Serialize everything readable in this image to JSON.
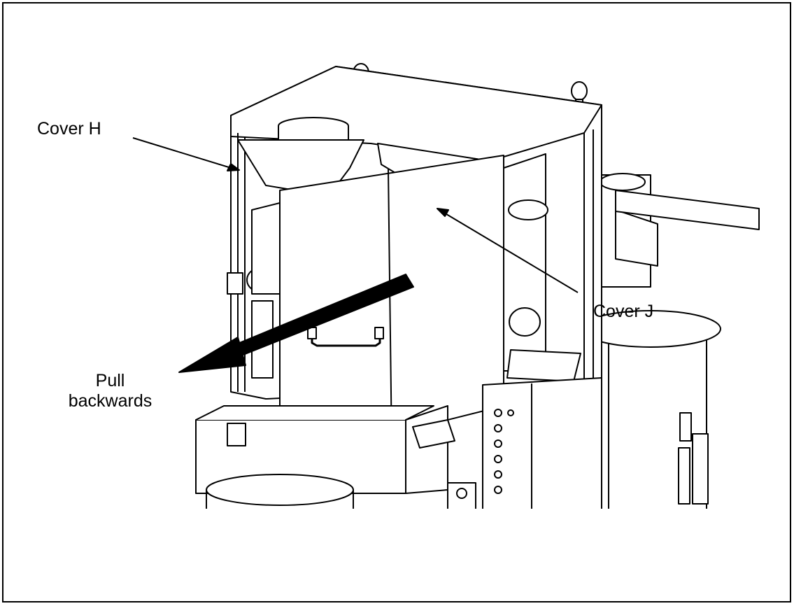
{
  "figure": {
    "labels": {
      "cover_h": "Cover H",
      "cover_j": "Cover J",
      "pull_line1": "Pull",
      "pull_line2": "backwards"
    },
    "colors": {
      "line": "#000000",
      "background": "#ffffff",
      "shade": "#f2f2f2"
    }
  }
}
